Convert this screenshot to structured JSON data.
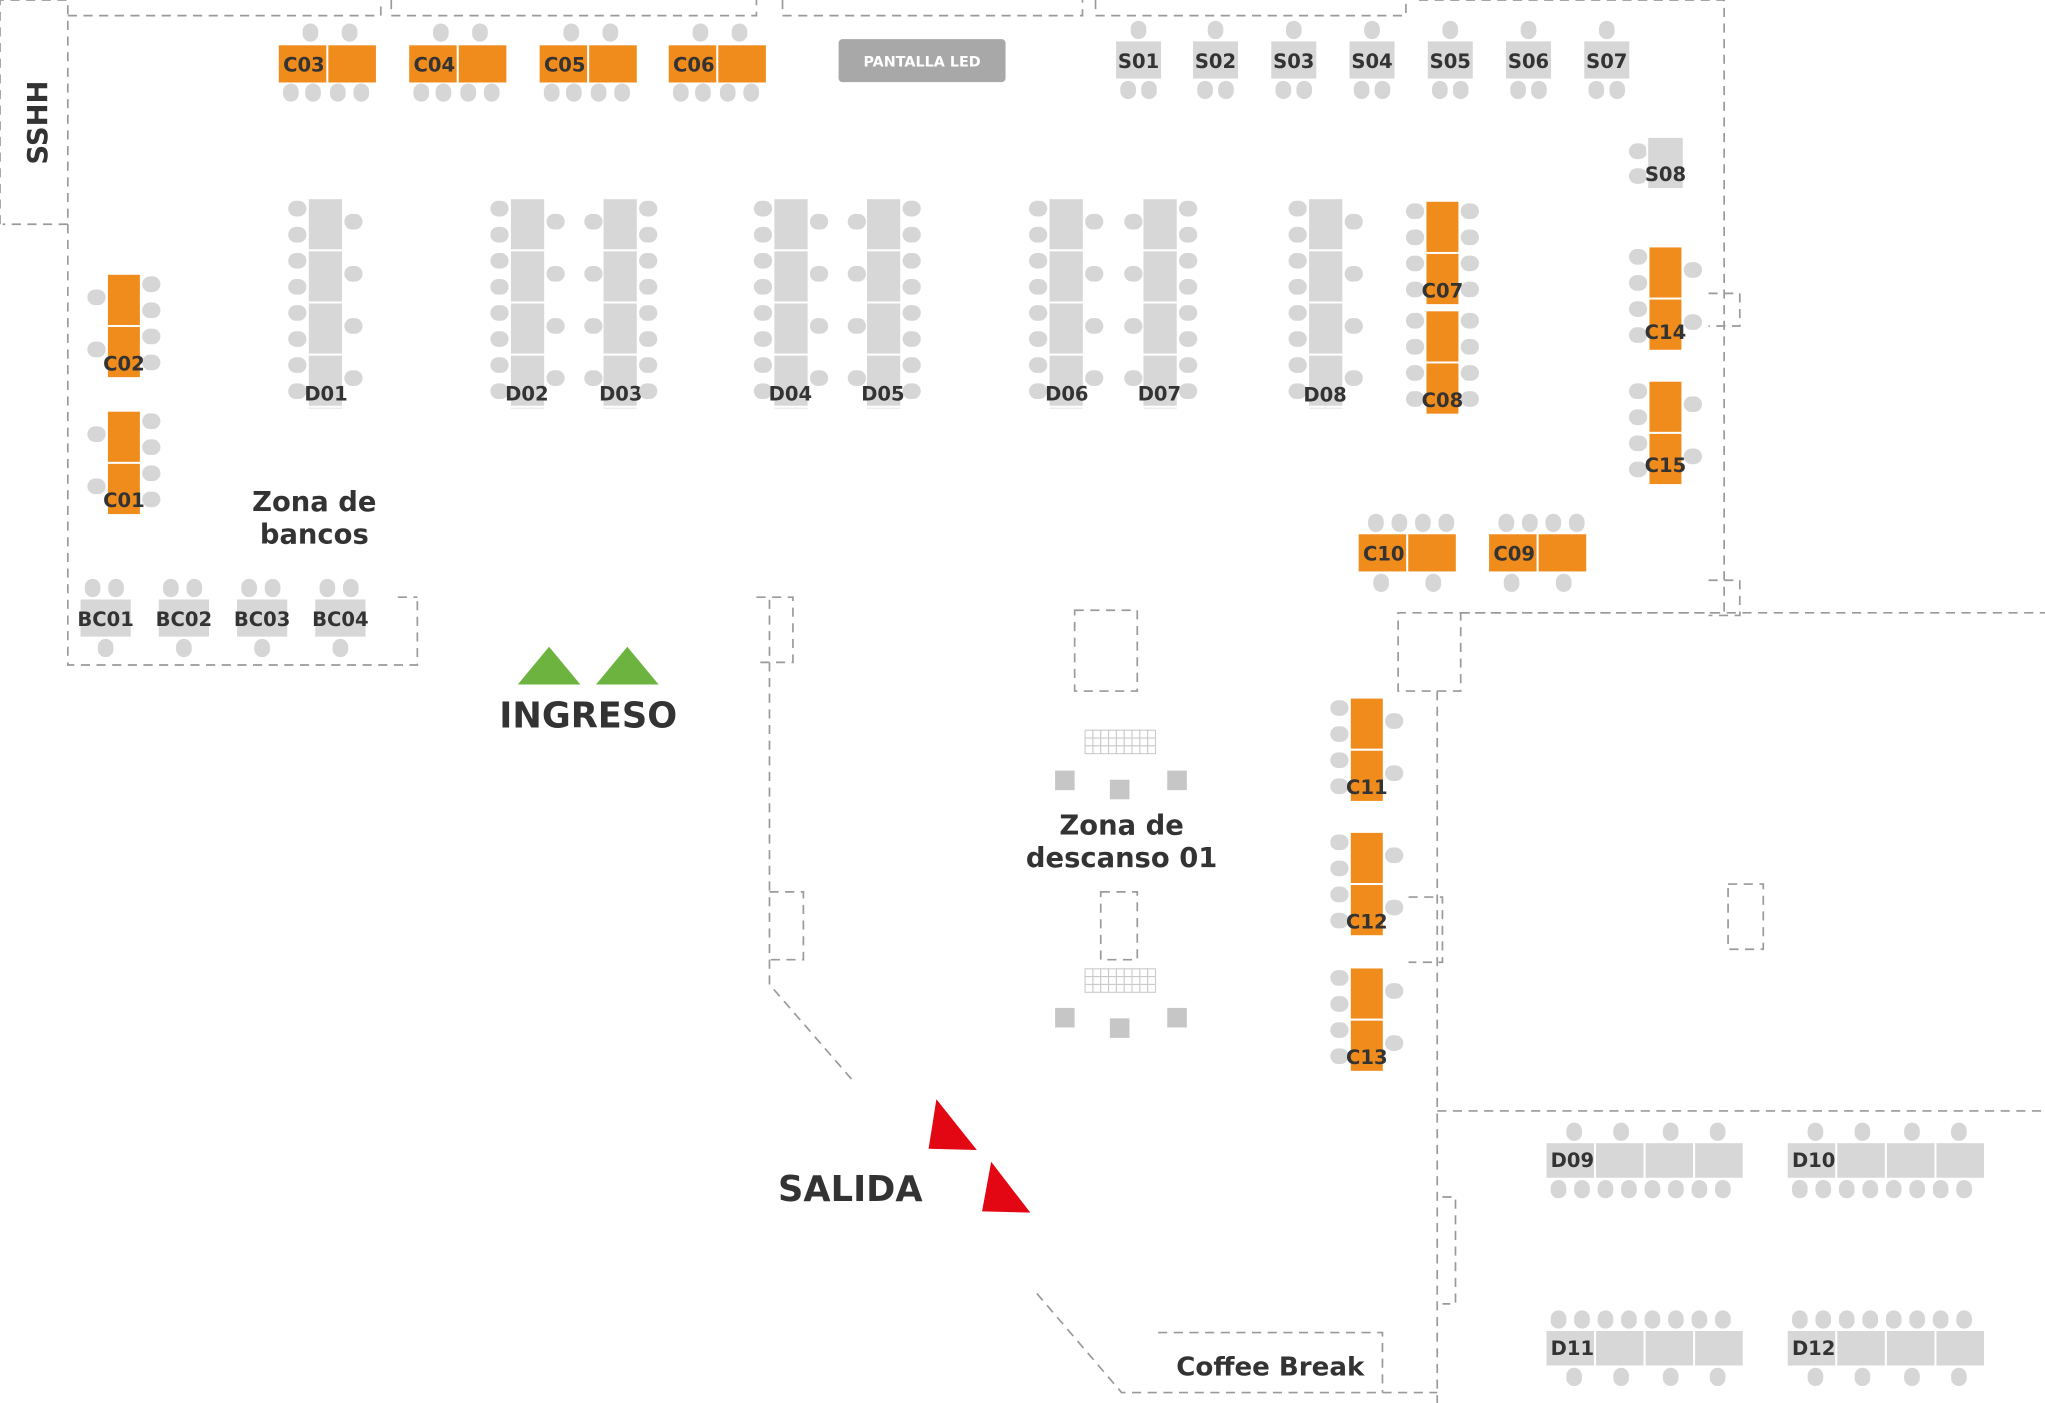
{
  "labels": {
    "sshh": "SSHH",
    "screen": "PANTALLA LED",
    "zona_bancos_l1": "Zona de",
    "zona_bancos_l2": "bancos",
    "zona_descanso_l1": "Zona de",
    "zona_descanso_l2": "descanso 01",
    "ingreso": "INGRESO",
    "salida": "SALIDA",
    "coffee": "Coffee Break"
  },
  "colors": {
    "orange": "#f08c1c",
    "grey_table": "#d7d7d7",
    "chair": "#d6d6d6",
    "entry": "#6db33f",
    "exit": "#e30613",
    "screen": "#a8a8a8"
  },
  "icons": {
    "entry": "green-triangle-icon",
    "exit": "red-triangle-icon"
  },
  "stations": {
    "S01": "S01",
    "S02": "S02",
    "S03": "S03",
    "S04": "S04",
    "S05": "S05",
    "S06": "S06",
    "S07": "S07",
    "S08": "S08"
  },
  "coworking": {
    "C01": "C01",
    "C02": "C02",
    "C03": "C03",
    "C04": "C04",
    "C05": "C05",
    "C06": "C06",
    "C07": "C07",
    "C08": "C08",
    "C09": "C09",
    "C10": "C10",
    "C11": "C11",
    "C12": "C12",
    "C13": "C13",
    "C14": "C14",
    "C15": "C15"
  },
  "desks": {
    "D01": "D01",
    "D02": "D02",
    "D03": "D03",
    "D04": "D04",
    "D05": "D05",
    "D06": "D06",
    "D07": "D07",
    "D08": "D08",
    "D09": "D09",
    "D10": "D10",
    "D11": "D11",
    "D12": "D12"
  },
  "benches": {
    "BC01": "BC01",
    "BC02": "BC02",
    "BC03": "BC03",
    "BC04": "BC04"
  }
}
